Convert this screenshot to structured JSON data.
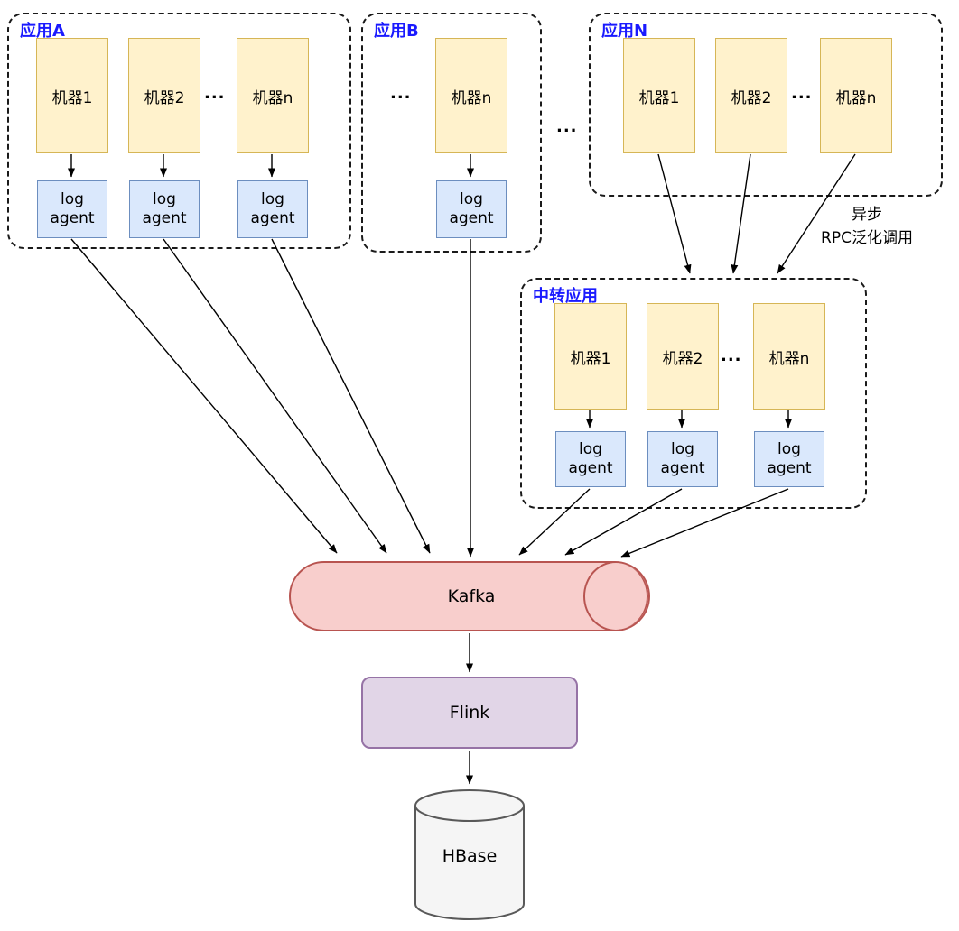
{
  "diagram": {
    "app_a": {
      "title": "应用A",
      "machines": [
        "机器1",
        "机器2",
        "机器n"
      ],
      "ellipsis": "...",
      "agent_label": "log agent"
    },
    "app_b": {
      "title": "应用B",
      "ellipsis": "...",
      "machines": [
        "机器n"
      ],
      "agent_label": "log agent"
    },
    "between_groups_ellipsis": "...",
    "app_n": {
      "title": "应用N",
      "machines": [
        "机器1",
        "机器2",
        "机器n"
      ],
      "ellipsis": "..."
    },
    "async_note": {
      "line1": "异步",
      "line2": "RPC泛化调用"
    },
    "relay": {
      "title": "中转应用",
      "machines": [
        "机器1",
        "机器2",
        "机器n"
      ],
      "ellipsis": "...",
      "agent_label": "log agent"
    },
    "kafka": {
      "label": "Kafka"
    },
    "flink": {
      "label": "Flink"
    },
    "hbase": {
      "label": "HBase"
    },
    "colors": {
      "machine_fill": "#fff2cc",
      "machine_stroke": "#d6b656",
      "agent_fill": "#dae8fc",
      "agent_stroke": "#6c8ebf",
      "kafka_fill": "#f8cecc",
      "kafka_stroke": "#b85450",
      "flink_fill": "#e1d5e7",
      "flink_stroke": "#9673a6",
      "hbase_fill": "#f5f5f5",
      "hbase_stroke": "#595959",
      "group_title_color": "#1a1aff",
      "arrow_color": "#000000"
    }
  }
}
